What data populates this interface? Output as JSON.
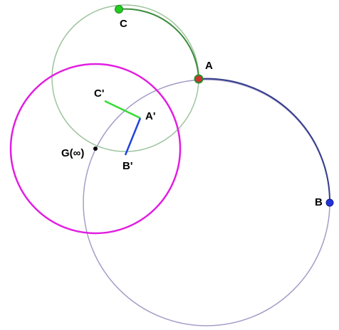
{
  "diagram": {
    "colors": {
      "circle_inversion": "#e11ee1",
      "circle_green_thin": "#9fc49f",
      "arc_green_thick": "#3c8c3c",
      "circle_blue_thin": "#a49dc8",
      "arc_blue_thick": "#343c8c",
      "segment_green": "#33dd33",
      "segment_blue": "#2244dd",
      "point_C": "#22cc22",
      "point_A": "#cc3333",
      "point_A_ring": "#2a8a2a",
      "point_B": "#2233dd",
      "point_G": "#000000"
    },
    "labels": {
      "C": "C",
      "A": "A",
      "B": "B",
      "C_prime": "C'",
      "A_prime": "A'",
      "B_prime": "B'",
      "G": "G(∞)"
    }
  }
}
